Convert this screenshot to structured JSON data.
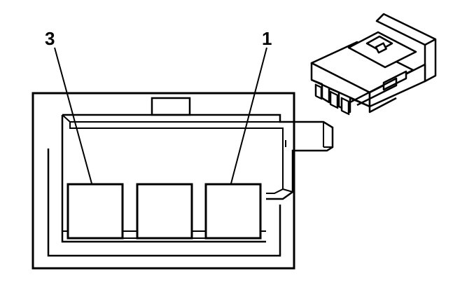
{
  "diagram": {
    "callouts": [
      {
        "id": "callout-3",
        "label": "3"
      },
      {
        "id": "callout-1",
        "label": "1"
      }
    ],
    "colors": {
      "line": "#000000",
      "background": "#ffffff"
    }
  }
}
